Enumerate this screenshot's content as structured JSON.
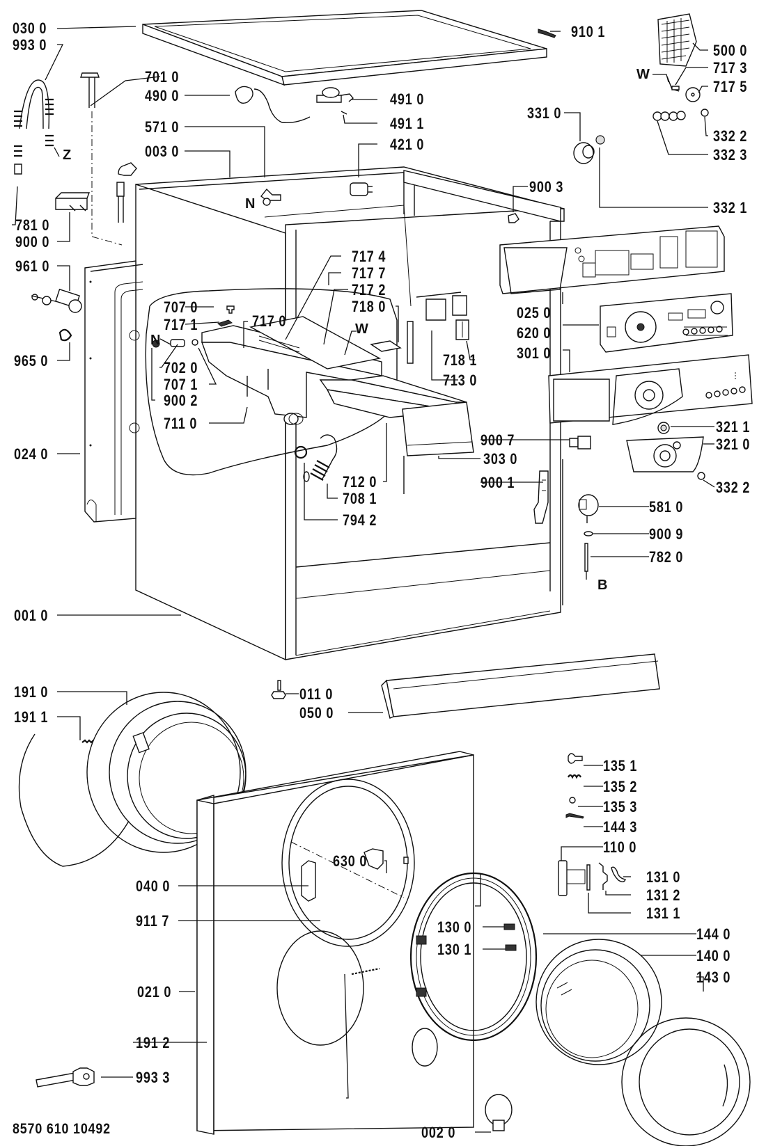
{
  "document": {
    "title": "Washing machine exploded parts diagram",
    "document_number": "8570 610 10492"
  },
  "labels": {
    "p030_0": "030 0",
    "p993_0": "993 0",
    "p701_0": "701 0",
    "p490_0": "490 0",
    "p571_0": "571 0",
    "p003_0": "003 0",
    "p781_0": "781 0",
    "p900_0": "900 0",
    "p961_0": "961 0",
    "p965_0": "965 0",
    "p024_0": "024 0",
    "p707_0": "707 0",
    "p717_1": "717 1",
    "p717_0": "717 0",
    "p702_0": "702 0",
    "p707_1": "707 1",
    "p900_2": "900 2",
    "p711_0": "711 0",
    "p717_4": "717 4",
    "p717_7": "717 7",
    "p717_2": "717 2",
    "p718_0": "718 0",
    "p718_1": "718 1",
    "p713_0": "713 0",
    "p712_0": "712 0",
    "p708_1": "708 1",
    "p794_2": "794 2",
    "p303_0": "303 0",
    "p900_7": "900 7",
    "p900_1": "900 1",
    "p491_0": "491 0",
    "p491_1": "491 1",
    "p421_0": "421 0",
    "p910_1": "910 1",
    "p500_0": "500 0",
    "p717_3": "717 3",
    "p717_5": "717 5",
    "p331_0": "331 0",
    "p332_2a": "332 2",
    "p332_3": "332 3",
    "p332_1": "332 1",
    "p900_3": "900 3",
    "p025_0": "025 0",
    "p620_0": "620 0",
    "p301_0": "301 0",
    "p321_1": "321 1",
    "p321_0": "321 0",
    "p332_2b": "332 2",
    "p581_0": "581 0",
    "p900_9": "900 9",
    "p782_0": "782 0",
    "p001_0": "001 0",
    "p011_0": "011 0",
    "p050_0": "050 0",
    "p191_0": "191 0",
    "p191_1": "191 1",
    "p135_1": "135 1",
    "p135_2": "135 2",
    "p135_3": "135 3",
    "p144_3": "144 3",
    "p110_0": "110 0",
    "p131_0": "131 0",
    "p131_2": "131 2",
    "p131_1": "131 1",
    "p630_0": "630 0",
    "p040_0": "040 0",
    "p911_7": "911 7",
    "p130_0": "130 0",
    "p130_1": "130 1",
    "p144_0": "144 0",
    "p140_0": "140 0",
    "p143_0": "143 0",
    "p021_0": "021 0",
    "p191_2": "191 2",
    "p993_3": "993 3",
    "p002_0": "002 0"
  },
  "markers": {
    "z": "Z",
    "n_top": "N",
    "n_detail": "N",
    "w_detail": "W",
    "w_top": "W",
    "b": "B"
  }
}
